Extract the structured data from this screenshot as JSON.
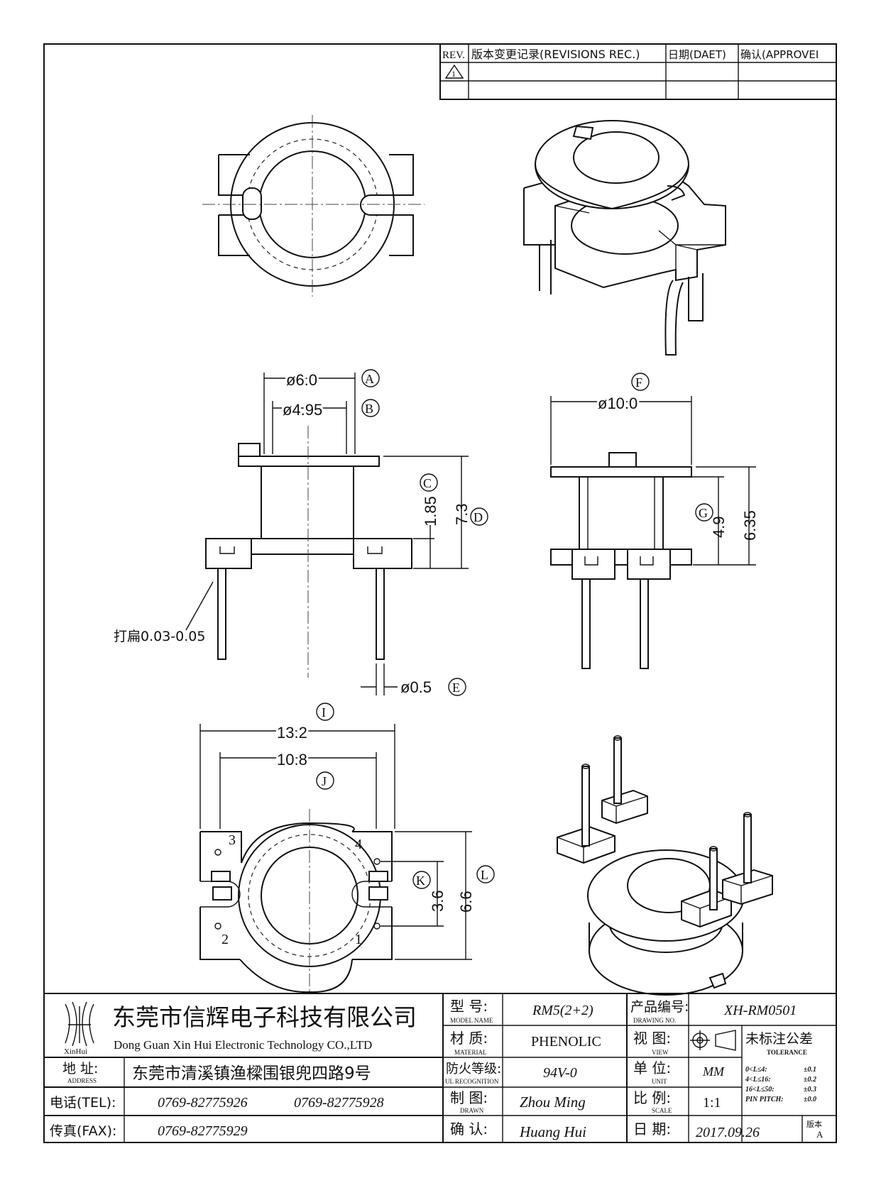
{
  "revision_table": {
    "headers": [
      "REV.",
      "版本变更记录(REVISIONS REC.)",
      "日期(DAET)",
      "确认(APPROVEI"
    ],
    "first_row_rev": "1"
  },
  "dimensions": {
    "a": {
      "value": "ø6.0",
      "callout": "A"
    },
    "b": {
      "value": "ø4.95",
      "callout": "B"
    },
    "c": {
      "value": "1.85",
      "callout": "C"
    },
    "d": {
      "value": "7.3",
      "callout": "D"
    },
    "e": {
      "value": "ø0.5",
      "callout": "E"
    },
    "f": {
      "value": "ø10.0",
      "callout": "F"
    },
    "g": {
      "value": "4.9",
      "callout": "G"
    },
    "h": {
      "value": "6.35"
    },
    "i": {
      "value": "13.2",
      "callout": "I"
    },
    "j": {
      "value": "10.8",
      "callout": "J"
    },
    "k": {
      "value": "3.6",
      "callout": "K"
    },
    "l": {
      "value": "6.6",
      "callout": "L"
    },
    "flatten_note": "打扁0.03-0.05"
  },
  "pins": [
    "1",
    "2",
    "3",
    "4"
  ],
  "title_block": {
    "logo_text": "XinHui",
    "company_cn": "东莞市信辉电子科技有限公司",
    "company_en": "Dong Guan Xin Hui Electronic Technology CO.,LTD",
    "address_label_cn": "地  址:",
    "address_label_en": "ADDRESS",
    "address": "东莞市清溪镇渔樑围银兜四路9号",
    "tel_label": "电话(TEL):",
    "tel1": "0769-82775926",
    "tel2": "0769-82775928",
    "fax_label": "传真(FAX):",
    "fax": "0769-82775929",
    "model_label_cn": "型  号:",
    "model_label_en": "MODEL NAME",
    "model": "RM5(2+2)",
    "material_label_cn": "材  质:",
    "material_label_en": "MATERIAL",
    "material": "PHENOLIC",
    "ul_label_cn": "防火等级:",
    "ul_label_en": "UL RECOGNITION",
    "ul": "94V-0",
    "drawn_label_cn": "制  图:",
    "drawn_label_en": "DRAWN",
    "drawn": "Zhou Ming",
    "approve_label_cn": "确  认:",
    "approve": "Huang Hui",
    "drawing_no_label_cn": "产品编号:",
    "drawing_no_label_en": "DRAWING NO.",
    "drawing_no": "XH-RM0501",
    "view_label_cn": "视  图:",
    "view_label_en": "VIEW",
    "unit_label_cn": "单  位:",
    "unit_label_en": "UNIT",
    "unit": "MM",
    "scale_label_cn": "比  例:",
    "scale_label_en": "SCALE",
    "scale": "1:1",
    "date_label_cn": "日  期:",
    "date": "2017.09.26",
    "tolerance_title": "未标注公差",
    "tolerance_en": "TOLERANCE",
    "tolerances": [
      {
        "range": "0<L≤4:",
        "value": "±0.1"
      },
      {
        "range": "4<L≤16:",
        "value": "±0.2"
      },
      {
        "range": "16<L≤50:",
        "value": "±0.3"
      },
      {
        "range": "PIN PITCH:",
        "value": "±0.0"
      }
    ],
    "version_label": "版本",
    "version": "A"
  }
}
